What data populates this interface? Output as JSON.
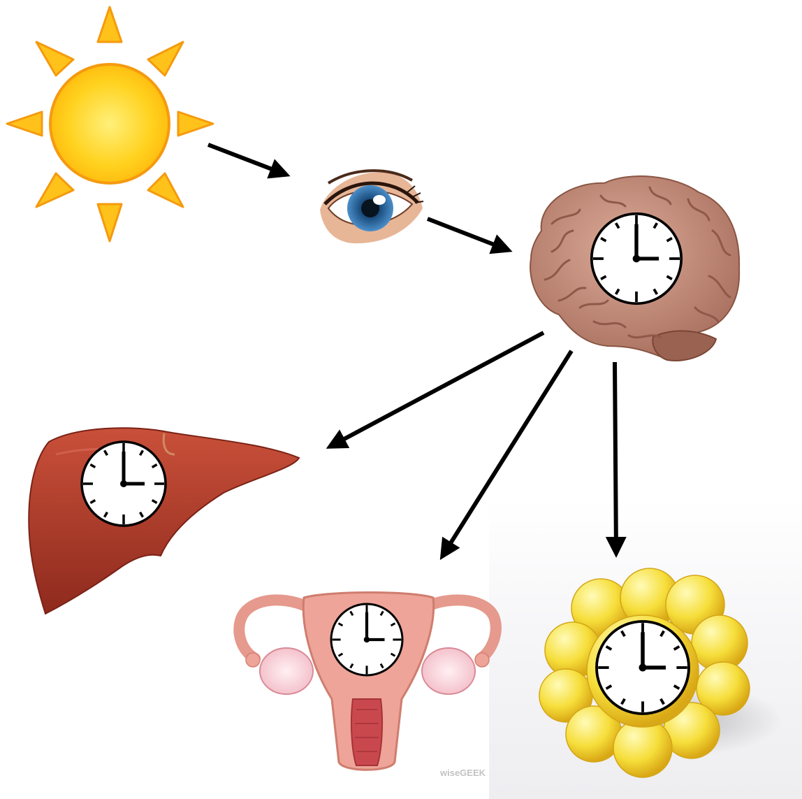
{
  "diagram": {
    "nodes": [
      {
        "id": "sun",
        "icon": "sun-icon",
        "has_clock": false
      },
      {
        "id": "eye",
        "icon": "eye-icon",
        "has_clock": false
      },
      {
        "id": "brain",
        "icon": "brain-icon",
        "has_clock": true
      },
      {
        "id": "liver",
        "icon": "liver-icon",
        "has_clock": true
      },
      {
        "id": "uterus",
        "icon": "uterus-icon",
        "has_clock": true
      },
      {
        "id": "fat",
        "icon": "fat-tissue-icon",
        "has_clock": true
      }
    ],
    "edges": [
      {
        "from": "sun",
        "to": "eye"
      },
      {
        "from": "eye",
        "to": "brain"
      },
      {
        "from": "brain",
        "to": "liver"
      },
      {
        "from": "brain",
        "to": "uterus"
      },
      {
        "from": "brain",
        "to": "fat"
      }
    ],
    "clock_time": "3:00",
    "watermark": "wiseGEEK",
    "colors": {
      "sun": "#ffd21f",
      "sun_rays": "#ffc21a",
      "sun_outline": "#f59a0f",
      "brain": "#c9917e",
      "liver": "#b23a28",
      "uterus": "#eea498",
      "fat": "#f4dc2a",
      "arrow": "#000000",
      "iris": "#2f6da8"
    }
  }
}
